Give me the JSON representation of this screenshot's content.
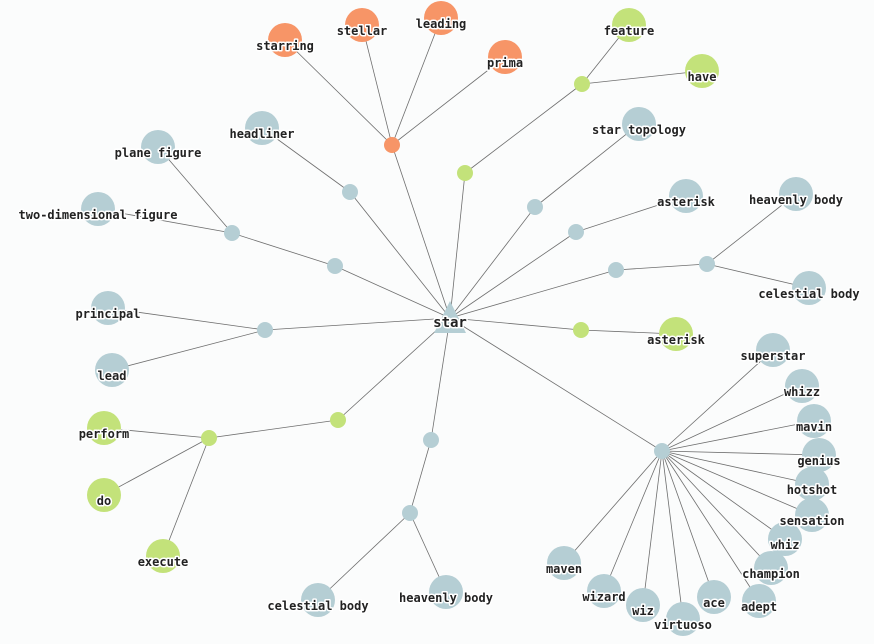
{
  "colors": {
    "blue": "#b5ced4",
    "orange": "#f79567",
    "green": "#c3e27a",
    "edge": "#6e6e6e",
    "text": "#222222"
  },
  "center": {
    "label": "star",
    "shape": "triangle"
  },
  "groups": [
    {
      "color": "orange",
      "words": [
        "starring",
        "stellar",
        "leading",
        "prima"
      ]
    },
    {
      "color": "green",
      "words": [
        "feature",
        "have"
      ]
    },
    {
      "color": "blue",
      "words": [
        "star topology"
      ]
    },
    {
      "color": "blue",
      "words": [
        "asterisk"
      ]
    },
    {
      "color": "blue",
      "words": [
        "heavenly body",
        "celestial body"
      ]
    },
    {
      "color": "green",
      "words": [
        "asterisk"
      ]
    },
    {
      "color": "blue",
      "words": [
        "superstar",
        "whizz",
        "mavin",
        "genius",
        "hotshot",
        "sensation",
        "whiz",
        "champion",
        "adept",
        "ace",
        "virtuoso",
        "wiz",
        "wizard",
        "maven"
      ]
    },
    {
      "color": "blue",
      "words": [
        "celestial body",
        "heavenly body"
      ]
    },
    {
      "color": "green",
      "words": [
        "perform",
        "do",
        "execute"
      ]
    },
    {
      "color": "blue",
      "words": [
        "principal",
        "lead"
      ]
    },
    {
      "color": "blue",
      "words": [
        "plane figure",
        "two-dimensional figure"
      ]
    },
    {
      "color": "blue",
      "words": [
        "headliner"
      ]
    }
  ]
}
